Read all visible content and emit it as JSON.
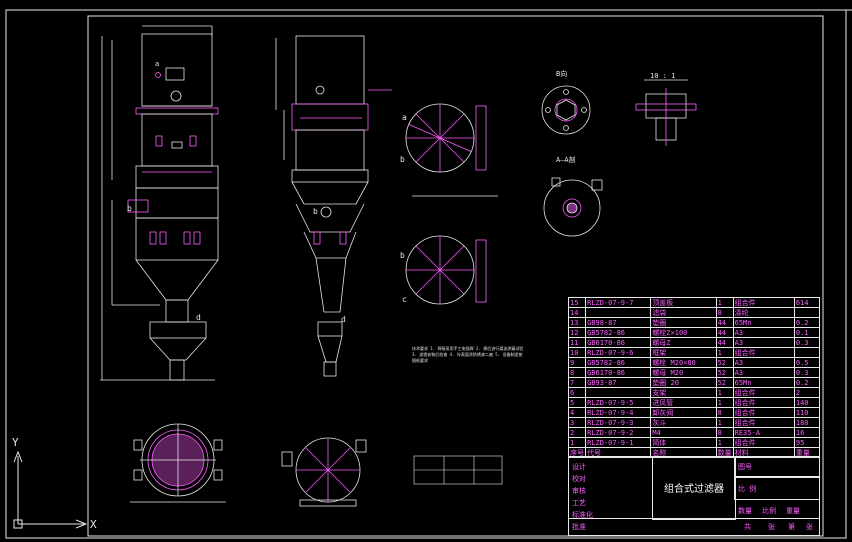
{
  "drawing": {
    "colors": {
      "background": "#000000",
      "line": "#e8e8e8",
      "accent": "#ff5dff",
      "highlight": "#3b6bff"
    },
    "view_labels": {
      "b_view": "B向",
      "a_a_view": "A–A剖",
      "detail_scale": "10 : 1"
    },
    "ucs": {
      "y_label": "Y",
      "x_label": "X"
    }
  },
  "bom": {
    "rows": [
      {
        "no": "15",
        "code": "RLZD-07-9-7",
        "name": "顶盖板",
        "qty": "1",
        "mat": "组合件",
        "weight": "614"
      },
      {
        "no": "14",
        "code": "",
        "name": "滤袋",
        "qty": "8",
        "mat": "涤纶",
        "weight": ""
      },
      {
        "no": "13",
        "code": "GB98-87",
        "name": "垫圈",
        "qty": "44",
        "mat": "65Mn",
        "weight": "0.2"
      },
      {
        "no": "12",
        "code": "GB5782-86",
        "name": "螺栓Z×100",
        "qty": "44",
        "mat": "A3",
        "weight": "0.1"
      },
      {
        "no": "11",
        "code": "GB6170-86",
        "name": "螺母Z",
        "qty": "44",
        "mat": "A3",
        "weight": "0.3"
      },
      {
        "no": "10",
        "code": "RLZD-07-9-6",
        "name": "框架",
        "qty": "1",
        "mat": "组合件",
        "weight": ""
      },
      {
        "no": "9",
        "code": "GB5782-86",
        "name": "螺栓 M20×80",
        "qty": "52",
        "mat": "A3",
        "weight": "0.5"
      },
      {
        "no": "8",
        "code": "GB6170-86",
        "name": "螺母 M20",
        "qty": "52",
        "mat": "A3",
        "weight": "0.3"
      },
      {
        "no": "7",
        "code": "GB93-87",
        "name": "垫圈 20",
        "qty": "52",
        "mat": "65Mn",
        "weight": "0.2"
      },
      {
        "no": "6",
        "code": "",
        "name": "支架",
        "qty": "1",
        "mat": "组合件",
        "weight": "2"
      },
      {
        "no": "5",
        "code": "RLZD-07-9-5",
        "name": "进风管",
        "qty": "1",
        "mat": "组合件",
        "weight": "140"
      },
      {
        "no": "4",
        "code": "RLZD-07-9-4",
        "name": "卸灰阀",
        "qty": "8",
        "mat": "组合件",
        "weight": "110"
      },
      {
        "no": "3",
        "code": "RLZD-07-9-3",
        "name": "灰斗",
        "qty": "1",
        "mat": "组合件",
        "weight": "180"
      },
      {
        "no": "2",
        "code": "RLZD-07-9-2",
        "name": "M4",
        "qty": "8",
        "mat": "RE35-A",
        "weight": "16"
      },
      {
        "no": "1",
        "code": "RLZD-07-9-1",
        "name": "简体",
        "qty": "1",
        "mat": "组合件",
        "weight": "95"
      }
    ],
    "header": {
      "no": "序号",
      "code": "代号",
      "name": "名称",
      "qty": "数量",
      "mat": "材料",
      "weight": "重量"
    }
  },
  "title_block": {
    "drawing_title": "组合式过滤器",
    "drawing_no": "图号",
    "labels": [
      "设计",
      "校对",
      "审核",
      "工艺",
      "标准化",
      "批准",
      "数量",
      "比例",
      "重量",
      "共",
      "张",
      "第",
      "张"
    ],
    "scale": "比 例"
  },
  "notes_text": "技术要求 1. 焊接采用手工电弧焊 2. 焊后进行煤油渗漏试验 3. 滤袋安装后检查 4. 外表面涂防锈漆二遍 5. 设备制造按图纸要求"
}
